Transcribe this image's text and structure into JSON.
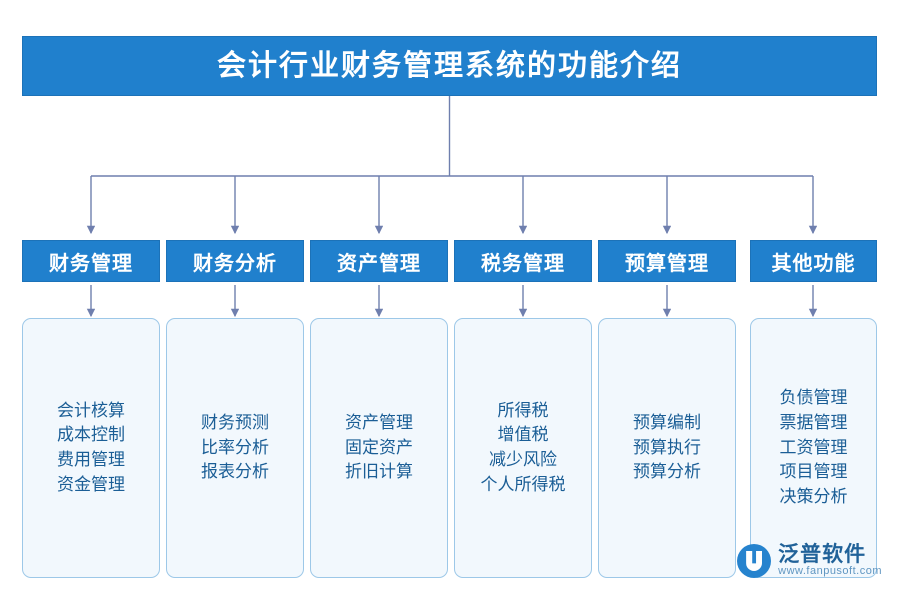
{
  "title": {
    "text": "会计行业财务管理系统的功能介绍"
  },
  "colors": {
    "header_fill": "#2080cd",
    "header_text": "#ffffff",
    "panel_fill": "#f2f8fd",
    "panel_border": "#9dc8e8",
    "panel_text": "#1b5e96",
    "connector": "#6f7fae"
  },
  "branches": [
    {
      "label": "财务管理",
      "details": "会计核算\n成本控制\n费用管理\n资金管理",
      "items": [
        "会计核算",
        "成本控制",
        "费用管理",
        "资金管理"
      ]
    },
    {
      "label": "财务分析",
      "details": "财务预测\n比率分析\n报表分析",
      "items": [
        "财务预测",
        "比率分析",
        "报表分析"
      ]
    },
    {
      "label": "资产管理",
      "details": "资产管理\n固定资产\n折旧计算",
      "items": [
        "资产管理",
        "固定资产",
        "折旧计算"
      ]
    },
    {
      "label": "税务管理",
      "details": "所得税\n增值税\n减少风险\n个人所得税",
      "items": [
        "所得税",
        "增值税",
        "减少风险",
        "个人所得税"
      ]
    },
    {
      "label": "预算管理",
      "details": "预算编制\n预算执行\n预算分析",
      "items": [
        "预算编制",
        "预算执行",
        "预算分析"
      ]
    },
    {
      "label": "其他功能",
      "details": "负债管理\n票据管理\n工资管理\n项目管理\n决策分析",
      "items": [
        "负债管理",
        "票据管理",
        "工资管理",
        "项目管理",
        "决策分析"
      ]
    }
  ],
  "logo": {
    "cn": "泛普软件",
    "en": "www.fanpusoft.com"
  }
}
